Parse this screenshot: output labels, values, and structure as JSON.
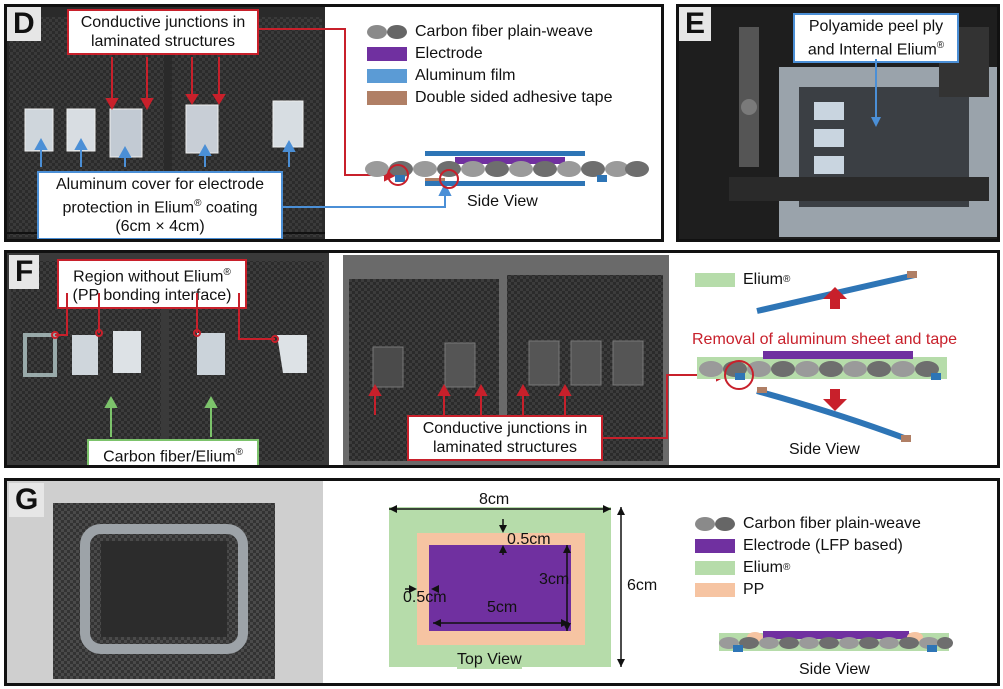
{
  "panels": {
    "d": {
      "label": "D",
      "callout_red": "Conductive junctions in laminated structures",
      "callout_red_lines": [
        "Conductive junctions in",
        "laminated structures"
      ],
      "callout_blue_lines": [
        "Aluminum cover for electrode",
        "protection in Elium",
        "coating",
        "(6cm × 4cm)"
      ],
      "legend": [
        {
          "label": "Carbon fiber plain-weave",
          "swatch": "weave",
          "color": "#8a8a8a"
        },
        {
          "label": "Electrode",
          "swatch": "bar",
          "color": "#7030a0"
        },
        {
          "label": "Aluminum film",
          "swatch": "bar",
          "color": "#5b9bd5"
        },
        {
          "label": "Double sided adhesive tape",
          "swatch": "bar",
          "color": "#b07f65"
        }
      ],
      "side_view": "Side View"
    },
    "e": {
      "label": "E",
      "callout_lines": [
        "Polyamide peel ply",
        "and Internal Elium"
      ]
    },
    "f": {
      "label": "F",
      "callout_region_lines": [
        "Region without Elium",
        "(PP bonding interface)"
      ],
      "callout_green_text": "Carbon fiber/Elium",
      "callout_junction_lines": [
        "Conductive junctions in",
        "laminated structures"
      ],
      "legend_elium": "Elium",
      "removal_text": "Removal of aluminum sheet and tape",
      "side_view": "Side View"
    },
    "g": {
      "label": "G",
      "dims": {
        "width_outer": "8cm",
        "gap_top": "0.5cm",
        "height_inner": "3cm",
        "height_outer": "6cm",
        "gap_left": "0.5cm",
        "width_inner": "5cm"
      },
      "top_view": "Top View",
      "legend": [
        {
          "label": "Carbon fiber plain-weave",
          "swatch": "weave",
          "color": "#8a8a8a"
        },
        {
          "label": "Electrode (LFP based)",
          "swatch": "bar",
          "color": "#7030a0"
        },
        {
          "label": "Elium",
          "swatch": "bar",
          "color": "#b6dcaa"
        },
        {
          "label": "PP",
          "swatch": "bar",
          "color": "#f6c4a2"
        }
      ],
      "side_view": "Side View"
    },
    "reg": "®"
  },
  "colors": {
    "red": "#c8202b",
    "blue": "#4b8fd6",
    "purple": "#7030a0",
    "elium": "#b6dcaa",
    "pp": "#f6c4a2",
    "alu": "#2e75b6"
  }
}
